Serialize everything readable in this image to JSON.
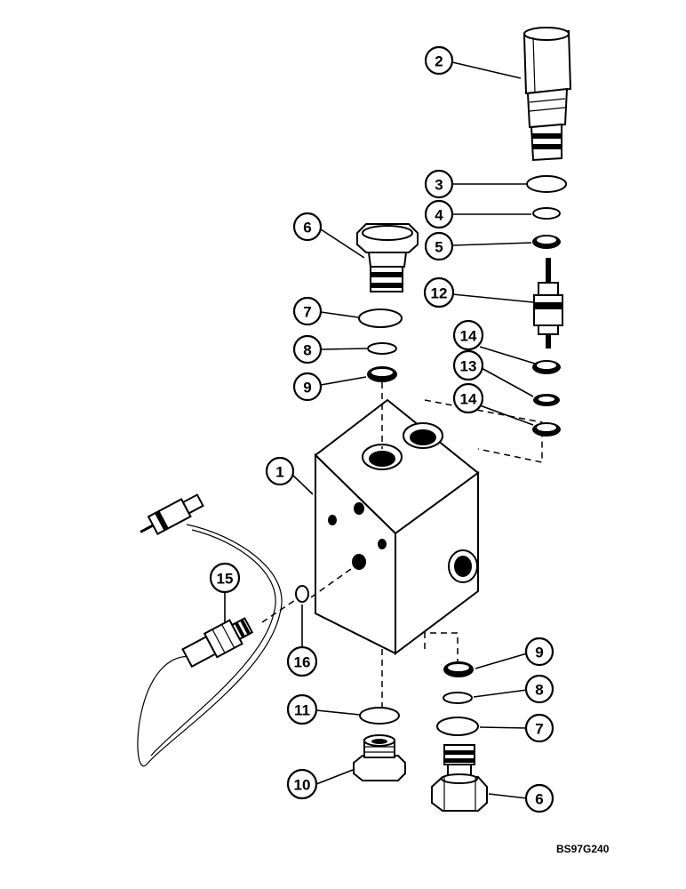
{
  "callouts": [
    {
      "label": "1"
    },
    {
      "label": "2"
    },
    {
      "label": "3"
    },
    {
      "label": "4"
    },
    {
      "label": "5"
    },
    {
      "label": "6"
    },
    {
      "label": "7"
    },
    {
      "label": "8"
    },
    {
      "label": "9"
    },
    {
      "label": "12"
    },
    {
      "label": "14"
    },
    {
      "label": "13"
    },
    {
      "label": "14"
    },
    {
      "label": "15"
    },
    {
      "label": "16"
    },
    {
      "label": "9"
    },
    {
      "label": "8"
    },
    {
      "label": "7"
    },
    {
      "label": "11"
    },
    {
      "label": "10"
    },
    {
      "label": "6"
    }
  ],
  "reference_code": "BS97G240",
  "colors": {
    "line": "#000000",
    "background": "#ffffff"
  }
}
